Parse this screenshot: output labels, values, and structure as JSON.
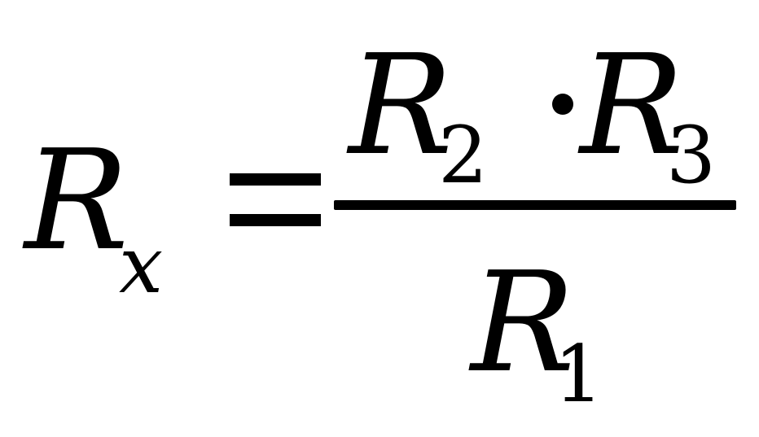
{
  "formula": {
    "lhs": {
      "symbol": "R",
      "subscript": "x"
    },
    "relation": "=",
    "numerator": {
      "first": {
        "symbol": "R",
        "subscript": "2"
      },
      "operator": "·",
      "second": {
        "symbol": "R",
        "subscript": "3"
      }
    },
    "denominator": {
      "symbol": "R",
      "subscript": "1"
    }
  },
  "colors": {
    "text": "#000000",
    "background": "#ffffff"
  }
}
